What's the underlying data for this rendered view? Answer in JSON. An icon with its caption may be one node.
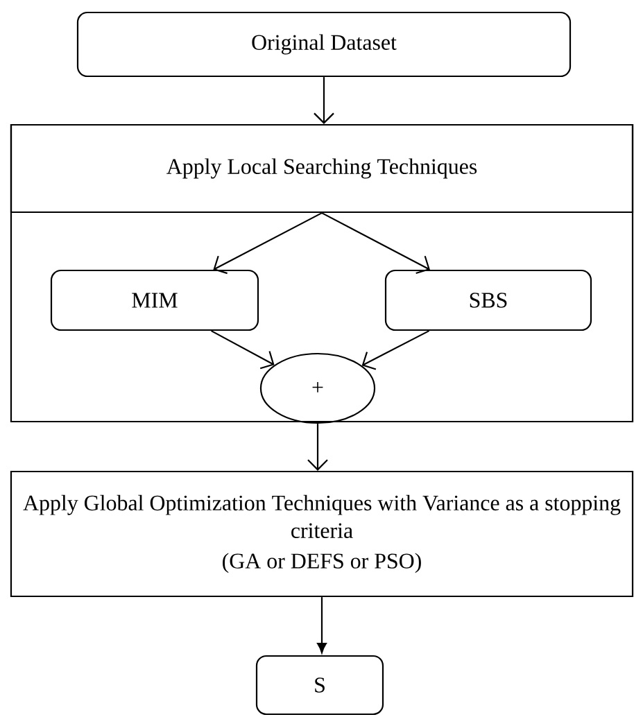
{
  "diagram": {
    "nodes": [
      {
        "text": [
          "Original Dataset"
        ]
      },
      {
        "text": [],
        "shape": "box"
      },
      {
        "text": [
          "Apply Local Searching Techniques"
        ],
        "in": 1
      },
      {
        "text": [
          "MIM"
        ],
        "in": 1
      },
      {
        "text": [
          "SBS"
        ],
        "in": 1
      },
      {
        "text": [
          "+"
        ],
        "in": 1
      },
      {
        "text": [
          "Apply Global Optimization Techniques with Variance as a stopping criteria",
          "(GA or DEFS or PSO)"
        ]
      },
      {
        "text": [
          "S"
        ]
      }
    ],
    "edges": [
      {
        "from": 0,
        "to": 1,
        "arrow": "to"
      },
      {
        "from": 2,
        "to": 3,
        "arrow": "to"
      },
      {
        "from": 2,
        "to": 4,
        "arrow": "to"
      },
      {
        "from": 3,
        "to": 5,
        "arrow": "to"
      },
      {
        "from": 4,
        "to": 5,
        "arrow": "to"
      },
      {
        "from": 5,
        "to": 6,
        "arrow": "to"
      },
      {
        "from": 6,
        "to": 7,
        "arrow": "to"
      }
    ]
  }
}
